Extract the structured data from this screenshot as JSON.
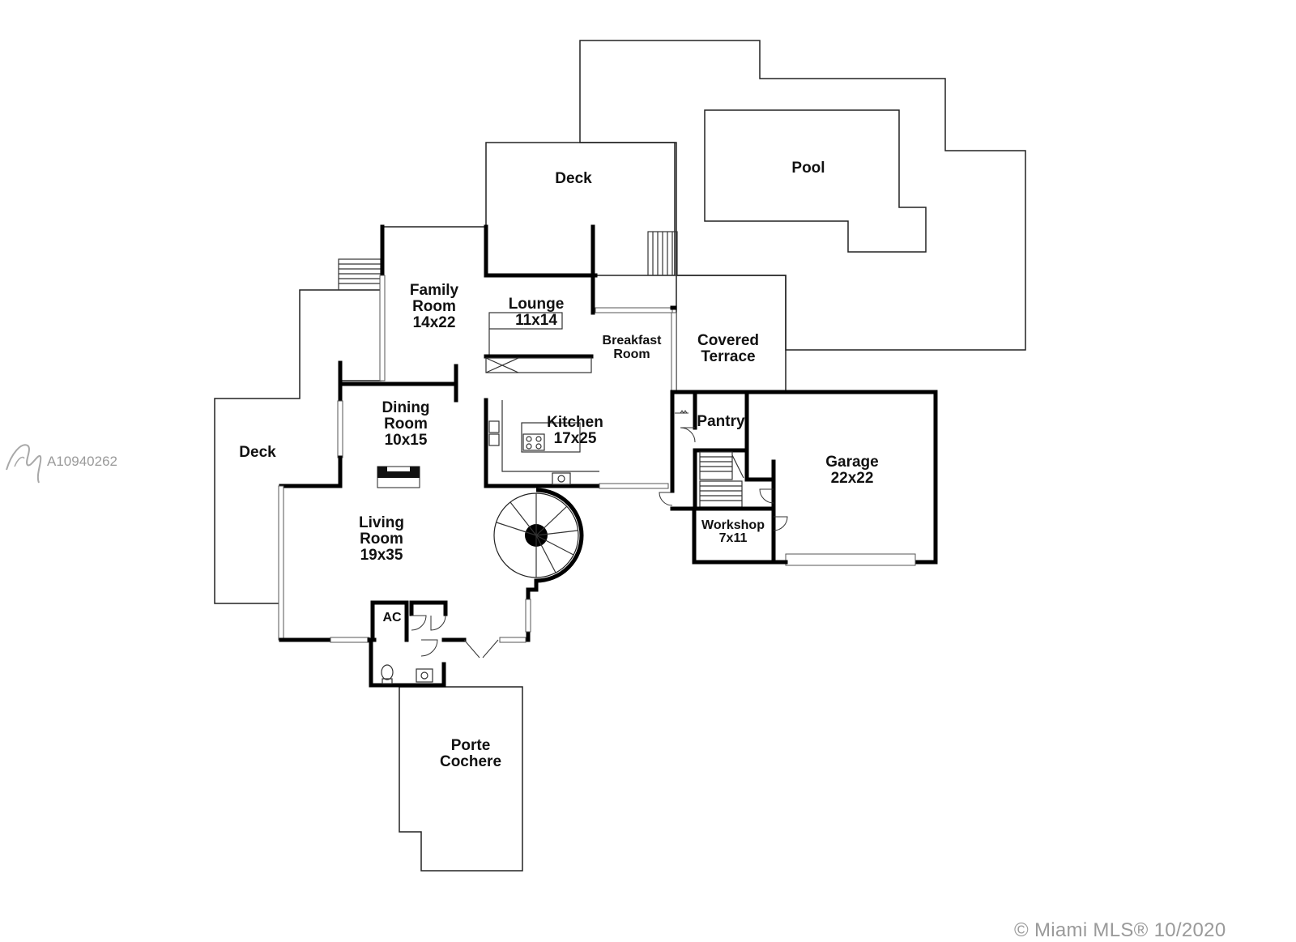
{
  "rooms": {
    "deck_top": [
      "Deck"
    ],
    "pool": [
      "Pool"
    ],
    "family_room": [
      "Family",
      "Room",
      "14x22"
    ],
    "lounge": [
      "Lounge",
      "11x14"
    ],
    "breakfast_room": [
      "Breakfast",
      "Room"
    ],
    "covered_terrace": [
      "Covered",
      "Terrace"
    ],
    "dining_room": [
      "Dining",
      "Room",
      "10x15"
    ],
    "kitchen": [
      "Kitchen",
      "17x25"
    ],
    "pantry": [
      "Pantry"
    ],
    "garage": [
      "Garage",
      "22x22"
    ],
    "deck_left": [
      "Deck"
    ],
    "workshop": [
      "Workshop",
      "7x11"
    ],
    "living_room": [
      "Living",
      "Room",
      "19x35"
    ],
    "ac": [
      "AC"
    ],
    "porte_cochere": [
      "Porte",
      "Cochere"
    ]
  },
  "watermark": {
    "listing_id": "A10940262",
    "copyright": "© Miami MLS® 10/2020"
  },
  "icons": {
    "logo": "miami-mls-logo-icon",
    "staircase": "spiral-staircase-icon",
    "stairs": "stairs-icon",
    "fireplace": "fireplace-icon",
    "sink": "sink-icon",
    "stove": "stove-icon",
    "toilet": "toilet-icon"
  }
}
